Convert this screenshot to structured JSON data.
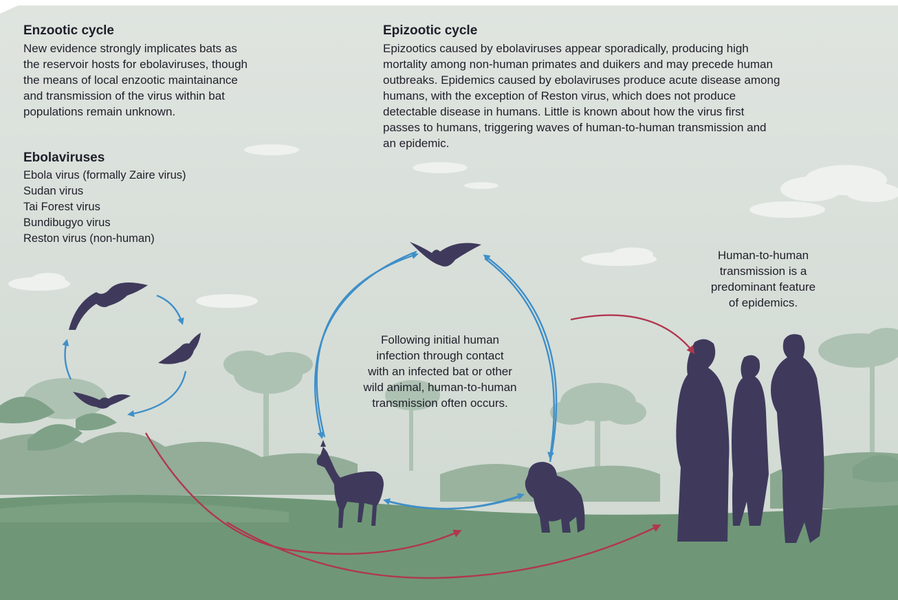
{
  "enzootic": {
    "title": "Enzootic cycle",
    "lines": [
      "New evidence strongly implicates bats as",
      "the reservoir hosts for ebolaviruses, though",
      "the means of local enzootic maintainance",
      "and transmission of the virus within bat",
      "populations remain unknown."
    ]
  },
  "ebolaviruses": {
    "title": "Ebolaviruses",
    "items": [
      "Ebola virus (formally Zaire virus)",
      "Sudan virus",
      "Tai Forest virus",
      "Bundibugyo virus",
      "Reston virus (non-human)"
    ]
  },
  "epizootic": {
    "title": "Epizootic cycle",
    "lines": [
      "Epizootics caused by ebolaviruses appear sporadically, producing high",
      "mortality among non-human primates and duikers and may precede human",
      "outbreaks. Epidemics caused by ebolaviruses produce acute disease among",
      "humans, with the exception of Reston virus, which does not produce",
      "detectable disease in humans. Little is known about how the virus first",
      "passes to humans, triggering waves of human-to-human transmission and",
      "an epidemic."
    ]
  },
  "center_note": {
    "lines": [
      "Following initial human",
      "infection through contact",
      "with an infected bat or other",
      "wild animal, human-to-human",
      "transmission often occurs."
    ]
  },
  "h2h_note": {
    "lines": [
      "Human-to-human",
      "transmission is a",
      "predominant feature",
      "of epidemics."
    ]
  },
  "colors": {
    "sky": "#d7ded8",
    "ground": "#6f9777",
    "tree": "#a9bfaf",
    "silhouette": "#3f3a5c",
    "blue_arrow": "#3f8fc8",
    "red_arrow": "#b0374f"
  },
  "icons": [
    "bat-icon",
    "duiker-icon",
    "chimpanzee-icon",
    "humans-icon",
    "tree-icon",
    "cloud-icon"
  ]
}
